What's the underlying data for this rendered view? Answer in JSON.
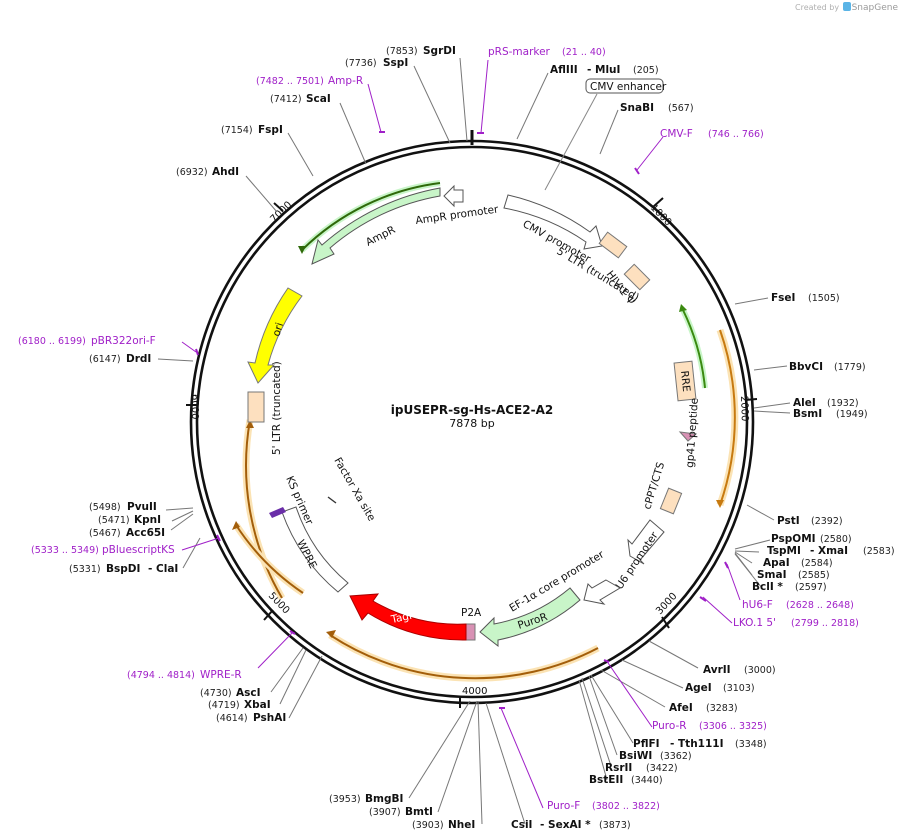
{
  "credit": {
    "prefix": "Created by",
    "brand": "SnapGene"
  },
  "title": "ipUSEPR-sg-Hs-ACE2-A2",
  "length": "7878 bp",
  "ticks": [
    "1000",
    "2000",
    "3000",
    "4000",
    "5000",
    "6000",
    "7000"
  ],
  "enzymes": [
    {
      "name": "SgrDI",
      "coord": "(7853)"
    },
    {
      "name": "SspI",
      "coord": "(7736)"
    },
    {
      "name": "ScaI",
      "coord": "(7412)"
    },
    {
      "name": "FspI",
      "coord": "(7154)"
    },
    {
      "name": "AhdI",
      "coord": "(6932)"
    },
    {
      "name": "DrdI",
      "coord": "(6147)"
    },
    {
      "name": "PvuII",
      "coord": "(5498)"
    },
    {
      "name": "KpnI",
      "coord": "(5471)"
    },
    {
      "name": "Acc65I",
      "coord": "(5467)"
    },
    {
      "name": "BspDI",
      "name2": "- ClaI",
      "coord": "(5331)"
    },
    {
      "name": "AscI",
      "coord": "(4730)"
    },
    {
      "name": "XbaI",
      "coord": "(4719)"
    },
    {
      "name": "PshAI",
      "coord": "(4614)"
    },
    {
      "name": "BmgBI",
      "coord": "(3953)"
    },
    {
      "name": "BmtI",
      "coord": "(3907)"
    },
    {
      "name": "NheI",
      "coord": "(3903)"
    },
    {
      "name": "CsiI",
      "name2": "- SexAI *",
      "coord": "(3873)"
    },
    {
      "name": "BstEII",
      "coord": "(3440)"
    },
    {
      "name": "RsrII",
      "coord": "(3422)"
    },
    {
      "name": "BsiWI",
      "coord": "(3362)"
    },
    {
      "name": "PflFI",
      "name2": "- Tth111I",
      "coord": "(3348)"
    },
    {
      "name": "AfeI",
      "coord": "(3283)"
    },
    {
      "name": "AgeI",
      "coord": "(3103)"
    },
    {
      "name": "AvrII",
      "coord": "(3000)"
    },
    {
      "name": "BclI *",
      "coord": "(2597)"
    },
    {
      "name": "SmaI",
      "coord": "(2585)"
    },
    {
      "name": "ApaI",
      "coord": "(2584)"
    },
    {
      "name": "TspMI",
      "name2": "- XmaI",
      "coord": "(2583)"
    },
    {
      "name": "PspOMI",
      "coord": "(2580)"
    },
    {
      "name": "PstI",
      "coord": "(2392)"
    },
    {
      "name": "BsmI",
      "coord": "(1949)"
    },
    {
      "name": "AleI",
      "coord": "(1932)"
    },
    {
      "name": "BbvCI",
      "coord": "(1779)"
    },
    {
      "name": "FseI",
      "coord": "(1505)"
    },
    {
      "name": "SnaBI",
      "coord": "(567)"
    },
    {
      "name": "AflIII",
      "name2": "- MluI",
      "coord": "(205)"
    }
  ],
  "primers": [
    {
      "name": "pRS-marker",
      "coord": "(21 .. 40)"
    },
    {
      "name": "Amp-R",
      "coord": "(7482 .. 7501)"
    },
    {
      "name": "CMV-F",
      "coord": "(746 .. 766)"
    },
    {
      "name": "pBR322ori-F",
      "coord": "(6180 .. 6199)"
    },
    {
      "name": "pBluescriptKS",
      "coord": "(5333 .. 5349)"
    },
    {
      "name": "WPRE-R",
      "coord": "(4794 .. 4814)"
    },
    {
      "name": "hU6-F",
      "coord": "(2628 .. 2648)"
    },
    {
      "name": "LKO.1 5'",
      "coord": "(2799 .. 2818)"
    },
    {
      "name": "Puro-R",
      "coord": "(3306 .. 3325)"
    },
    {
      "name": "Puro-F",
      "coord": "(3802 .. 3822)"
    }
  ],
  "features": {
    "cmv_enhancer": "CMV enhancer",
    "cmv_promoter": "CMV promoter",
    "ltr5_trunc": "5' LTR (truncated)",
    "hiv1_psi": "HIV-1 Ψ",
    "rre": "RRE",
    "gp41": "gp41 peptide",
    "cppt": "cPPT/CTS",
    "u6": "U6 promoter",
    "ef1a": "EF-1α core promoter",
    "puror": "PuroR",
    "p2a": "P2A",
    "tagrfp": "TagRFP",
    "wpre": "WPRE",
    "ks_primer": "KS primer",
    "factor_xa": "Factor Xa site",
    "ltr5_trunc_left": "5' LTR (truncated)",
    "ori": "ori",
    "ampr": "AmpR",
    "ampr_promoter": "AmpR promoter"
  },
  "colors": {
    "backbone": "#111111",
    "primer": "#a020c8",
    "promoter": "#ffffff",
    "ltr": "#fde0bf",
    "resistance": "#c8f5c8",
    "ori": "#ffff00",
    "tagrfp": "#ff0000",
    "orf_arc": "#e8a020",
    "orf_glow": "#fbe3b4",
    "ampr_arc": "#3a8a10"
  }
}
